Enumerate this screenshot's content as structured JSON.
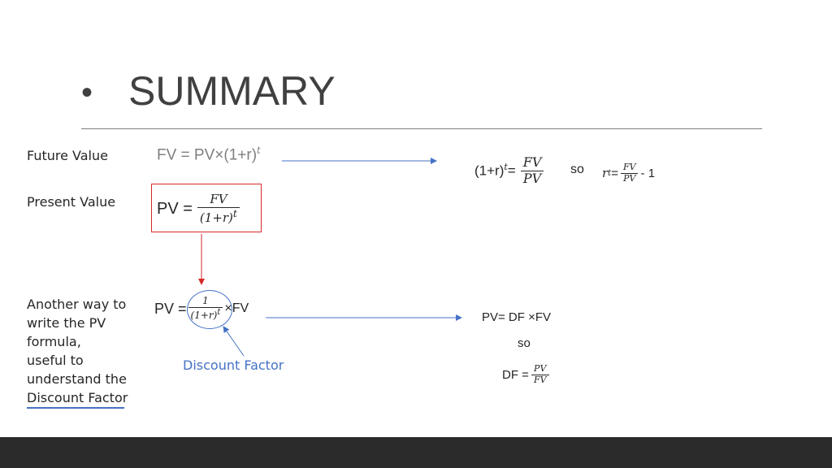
{
  "slide": {
    "bullet": "•",
    "title": "SUMMARY",
    "labels": {
      "future_value": "Future Value",
      "present_value": "Present Value",
      "another_way": [
        "Another way to",
        "write the PV",
        "formula,",
        "useful to",
        "understand the",
        "Discount Factor"
      ]
    },
    "fv_formula": {
      "text": "FV = PV×(1+r)",
      "sup": "t"
    },
    "pv_formula": {
      "lhs": "PV =",
      "num": "FV",
      "den": "(1+r)",
      "den_sup": "t"
    },
    "rhs_growth": {
      "lhs": "(1+r)",
      "lhs_sup": "t",
      "eq": "=",
      "num": "FV",
      "den": "PV"
    },
    "so_label_1": "so",
    "rhs_rate": {
      "base": "r",
      "sup": "t",
      "eq": "=",
      "num": "FV",
      "den": "PV",
      "tail": "- 1"
    },
    "pv_df_formula": {
      "lhs": "PV =",
      "num": "1",
      "den": "(1+r)",
      "den_sup": "t",
      "tail": "×FV"
    },
    "discount_factor_label": "Discount Factor",
    "pv_df_text": "PV= DF ×FV",
    "so_label_2": "so",
    "df_formula": {
      "lhs": "DF =",
      "num": "PV",
      "den": "FV"
    },
    "colors": {
      "accent": "#4472c4",
      "red_box": "#d62828",
      "footer": "#2b2b2b",
      "rule": "#808080"
    }
  }
}
